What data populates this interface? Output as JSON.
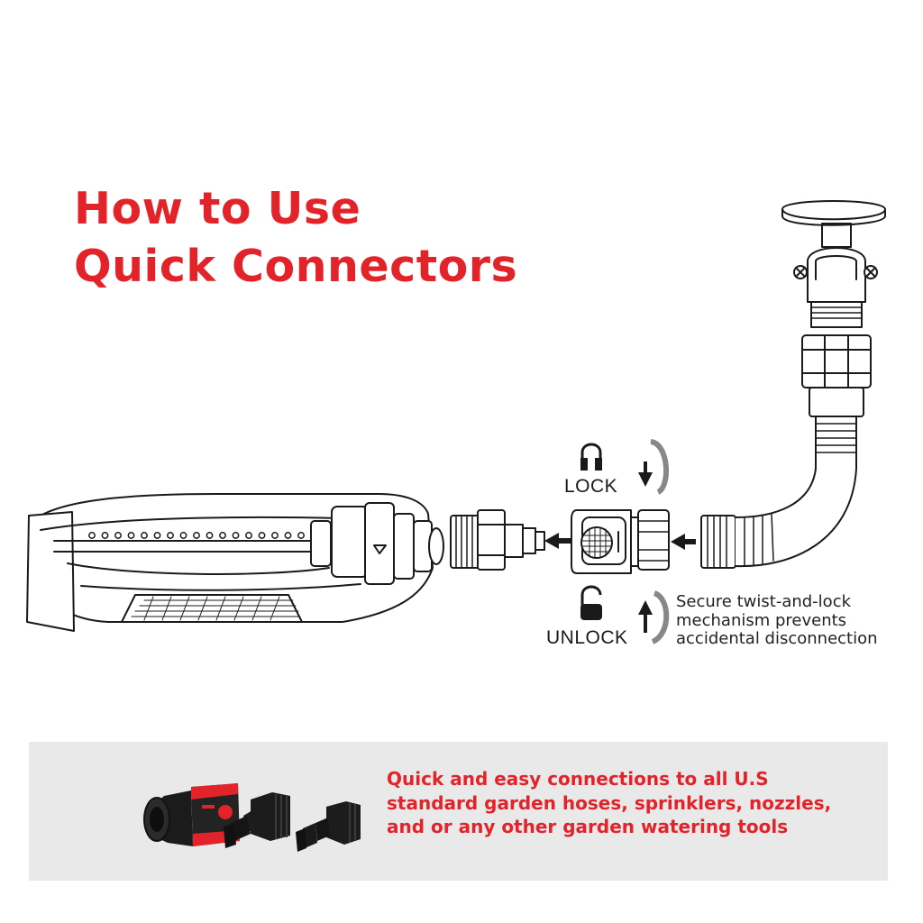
{
  "title": {
    "line1": "How to Use",
    "line2": "Quick Connectors"
  },
  "labels": {
    "lock": "LOCK",
    "unlock": "UNLOCK"
  },
  "note": {
    "line1": "Secure twist-and-lock",
    "line2": "mechanism prevents",
    "line3": "accidental disconnection"
  },
  "panel": {
    "line1": "Quick and easy connections to all U.S",
    "line2": "standard garden hoses, sprinklers, nozzles,",
    "line3": "and or any other garden watering tools"
  },
  "colors": {
    "accent": "#e2232a",
    "panel_bg": "#e9e9e9",
    "line": "#1a1a1a"
  },
  "icons": [
    "padlock-closed-icon",
    "padlock-open-icon",
    "rotate-arrow-icon",
    "left-arrow-icon"
  ]
}
